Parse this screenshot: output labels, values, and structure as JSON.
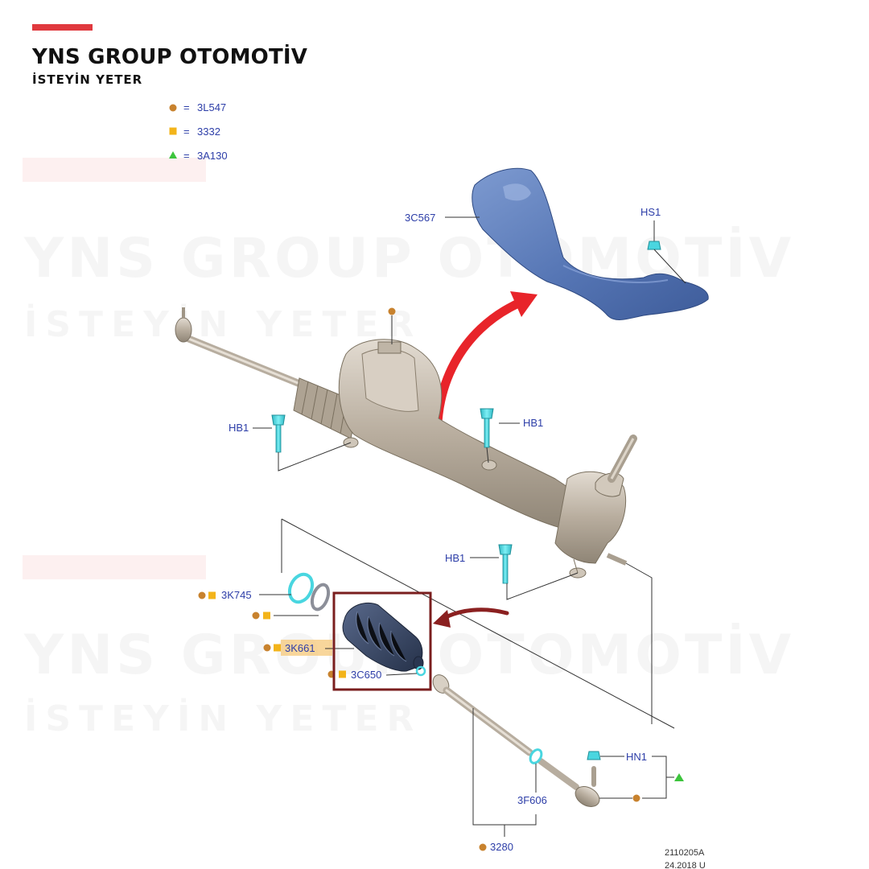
{
  "brand": {
    "title": "YNS GROUP OTOMOTİV",
    "subtitle": "İSTEYİN YETER"
  },
  "watermark": {
    "title": "YNS GROUP OTOMOTİV",
    "subtitle": "İSTEYİN YETER"
  },
  "legend": [
    {
      "symbol": "circle",
      "color": "#c8822e",
      "code": "3L547"
    },
    {
      "symbol": "square",
      "color": "#f3b41a",
      "code": "3332"
    },
    {
      "symbol": "triangle",
      "color": "#3cc43c",
      "code": "3A130"
    }
  ],
  "legend_equals": "=",
  "colors": {
    "label": "#2d3ea8",
    "highlight_box": "#7a1e1e",
    "red_arrow": "#e8242a",
    "dark_red_arrow": "#8b2020",
    "rack_body": "#c9bfb1",
    "shield": "#5b7db8",
    "boot": "#3a4a6a",
    "fastener": "#49d6e0"
  },
  "labels": {
    "shield": "3C567",
    "shield_clip": "HS1",
    "bolt_left": "HB1",
    "bolt_right": "HB1",
    "bolt_lower": "HB1",
    "clamp_ring": "3K745",
    "boot": "3K661",
    "boot_clamp": "3C650",
    "nut": "HN1",
    "tie_rod_end_nut": "3F606",
    "tie_rod": "3280"
  },
  "stamp": {
    "code": "2110205A",
    "date": "24.2018 U"
  }
}
